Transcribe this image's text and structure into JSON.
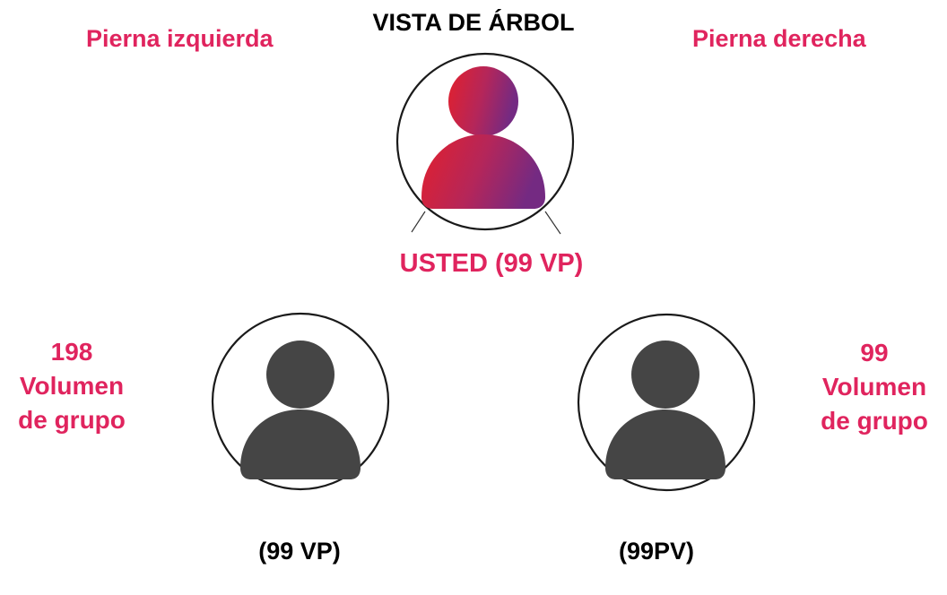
{
  "title": "VISTA DE ÁRBOL",
  "left_leg": "Pierna izquierda",
  "right_leg": "Pierna derecha",
  "you": {
    "label": "USTED (99 VP)"
  },
  "left_volume": {
    "number": "198",
    "line1": "Volumen",
    "line2": "de grupo"
  },
  "right_volume": {
    "number": "99",
    "line1": "Volumen",
    "line2": "de grupo"
  },
  "left_child": {
    "label": "(99 VP)"
  },
  "right_child": {
    "label": "(99PV)"
  },
  "colors": {
    "accent": "#e0245e",
    "gradient_start": "#e0202e",
    "gradient_end": "#7a2a80",
    "avatar_gray": "#454545"
  }
}
